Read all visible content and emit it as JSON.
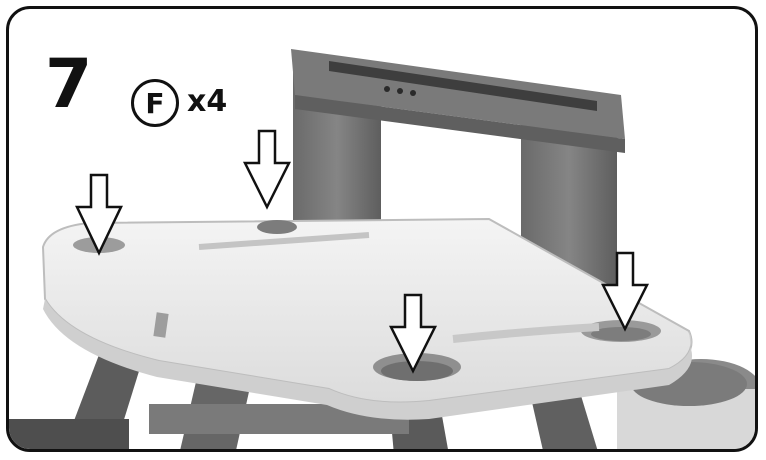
{
  "instruction": {
    "step_number": "7",
    "part_letter": "F",
    "quantity": "x4"
  },
  "colors": {
    "tray": "#eeeeee",
    "frame_gray": "#707070",
    "outline": "#111111"
  },
  "icons": [
    "down-arrow-icon"
  ]
}
